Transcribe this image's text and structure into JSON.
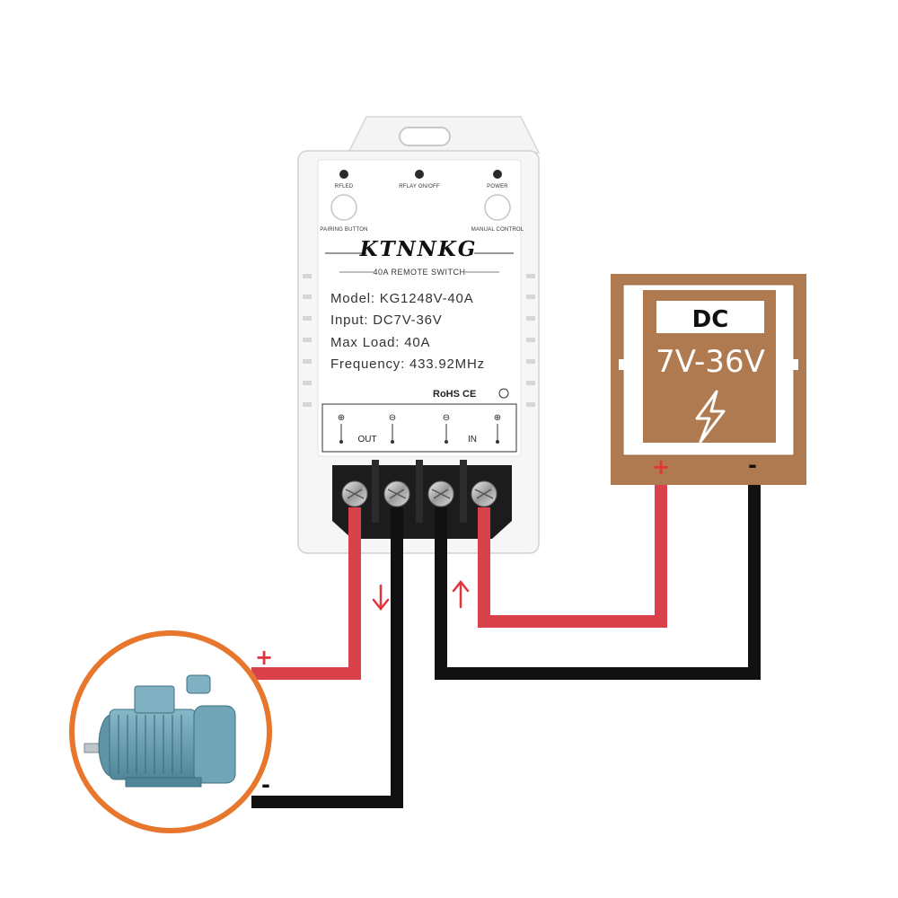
{
  "switch": {
    "brand": "KTNNKG",
    "subtitle": "40A REMOTE SWITCH",
    "indicators": [
      "RFLED",
      "RFLAY ON/OFF",
      "POWER"
    ],
    "buttons": [
      "PAIRING BUTTON",
      "MANUAL CONTROL"
    ],
    "specs": [
      "Model: KG1248V-40A",
      "Input: DC7V-36V",
      "Max Load: 40A",
      "Frequency: 433.92MHz"
    ],
    "cert": "RoHS CE",
    "terminals": {
      "out_label": "OUT",
      "in_label": "IN",
      "symbols": [
        "⊕",
        "⊖",
        "⊖",
        "⊕"
      ]
    }
  },
  "power_supply": {
    "title": "DC",
    "voltage": "7V-36V",
    "plus": "+",
    "minus": "-"
  },
  "motor": {
    "plus": "+",
    "minus": "-"
  },
  "colors": {
    "positive_wire": "#d9424a",
    "negative_wire": "#111111",
    "supply_brown": "#b07a50",
    "motor_ring": "#e8772e",
    "motor_body": "#6a9fb1"
  }
}
